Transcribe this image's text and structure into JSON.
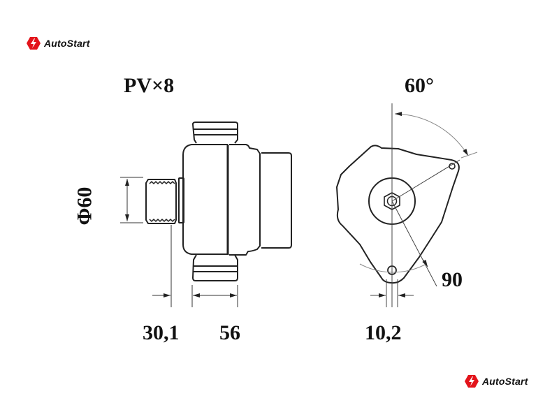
{
  "brand": {
    "name": "AutoStart",
    "color": "#e3141b"
  },
  "labels": {
    "pulley": "PV×8",
    "angle": "60°",
    "diameter": "Φ60",
    "dim_pulley_offset": "30,1",
    "dim_mount_width": "56",
    "dim_hole_width": "10,2",
    "dim_radius": "90"
  }
}
